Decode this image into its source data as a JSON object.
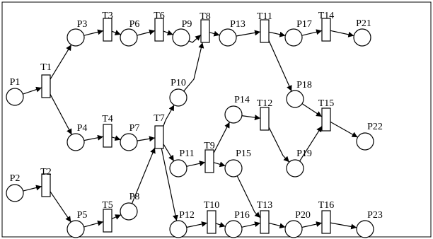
{
  "places": [
    "P1",
    "P2",
    "P3",
    "P4",
    "P5",
    "P6",
    "P7",
    "P8",
    "P9",
    "P10",
    "P11",
    "P12",
    "P13",
    "P14",
    "P15",
    "P16",
    "P17",
    "P18",
    "P19",
    "P20",
    "P21",
    "P22",
    "P23"
  ],
  "transitions": [
    "T1",
    "T2",
    "T3",
    "T4",
    "T5",
    "T6",
    "T7",
    "T8",
    "T9",
    "T10",
    "T11",
    "T12",
    "T13",
    "T14",
    "T15",
    "T16"
  ],
  "arcs": [
    [
      "P1",
      "T1"
    ],
    [
      "T1",
      "P3"
    ],
    [
      "T1",
      "P4"
    ],
    [
      "P2",
      "T2"
    ],
    [
      "T2",
      "P5"
    ],
    [
      "P3",
      "T3"
    ],
    [
      "T3",
      "P6"
    ],
    [
      "P6",
      "T6"
    ],
    [
      "T6",
      "P9"
    ],
    [
      "P9",
      "T8"
    ],
    [
      "T8",
      "P13"
    ],
    [
      "P13",
      "T11"
    ],
    [
      "T11",
      "P17"
    ],
    [
      "P17",
      "T14"
    ],
    [
      "T14",
      "P21"
    ],
    [
      "T11",
      "P18"
    ],
    [
      "P4",
      "T4"
    ],
    [
      "T4",
      "P7"
    ],
    [
      "P7",
      "T7"
    ],
    [
      "P5",
      "T5"
    ],
    [
      "T5",
      "P8"
    ],
    [
      "P8",
      "T7"
    ],
    [
      "T7",
      "P10"
    ],
    [
      "P10",
      "T8"
    ],
    [
      "T7",
      "P11"
    ],
    [
      "T7",
      "P12"
    ],
    [
      "P11",
      "T9"
    ],
    [
      "T9",
      "P14"
    ],
    [
      "T9",
      "P15"
    ],
    [
      "P14",
      "T12"
    ],
    [
      "T12",
      "P19"
    ],
    [
      "P19",
      "T15"
    ],
    [
      "P18",
      "T15"
    ],
    [
      "T15",
      "P22"
    ],
    [
      "P15",
      "T13"
    ],
    [
      "P12",
      "T10"
    ],
    [
      "T10",
      "P16"
    ],
    [
      "P16",
      "T13"
    ],
    [
      "T13",
      "P20"
    ],
    [
      "P20",
      "T16"
    ],
    [
      "T16",
      "P23"
    ]
  ]
}
